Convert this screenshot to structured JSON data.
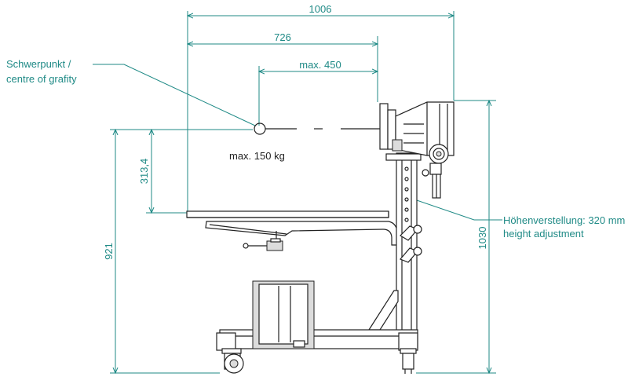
{
  "dimensions": {
    "overall_width": "1006",
    "width_726": "726",
    "max_reach": "max. 450",
    "height_313": "313,4",
    "height_921": "921",
    "height_1030": "1030"
  },
  "labels": {
    "cog_de": "Schwerpunkt /",
    "cog_en": "centre of grafity",
    "max_load": "max. 150 kg",
    "height_adj_de": "Höhenverstellung: 320 mm",
    "height_adj_en": "height adjustment"
  },
  "colors": {
    "dimension": "#1f8a86",
    "outline": "#222222"
  }
}
